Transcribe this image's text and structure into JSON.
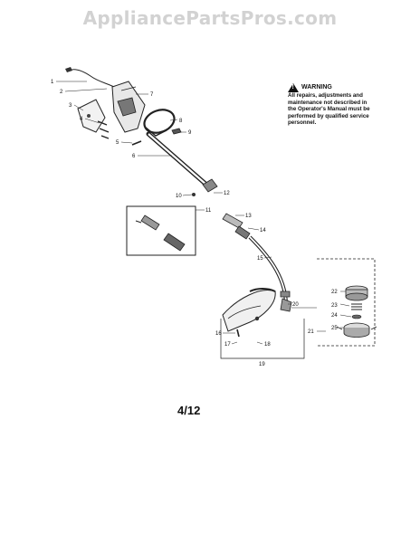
{
  "watermark": "AppliancePartsPros.com",
  "warning": {
    "title": "WARNING",
    "body": "All repairs, adjustments and maintenance not described in the Operator's Manual must be performed by qualified service personnel."
  },
  "page_number": "4/12",
  "callouts": [
    "1",
    "2",
    "3",
    "4",
    "5",
    "6",
    "7",
    "8",
    "9",
    "10",
    "11",
    "12",
    "13",
    "14",
    "15",
    "16",
    "17",
    "18",
    "19",
    "20",
    "21",
    "22",
    "23",
    "24",
    "25"
  ]
}
